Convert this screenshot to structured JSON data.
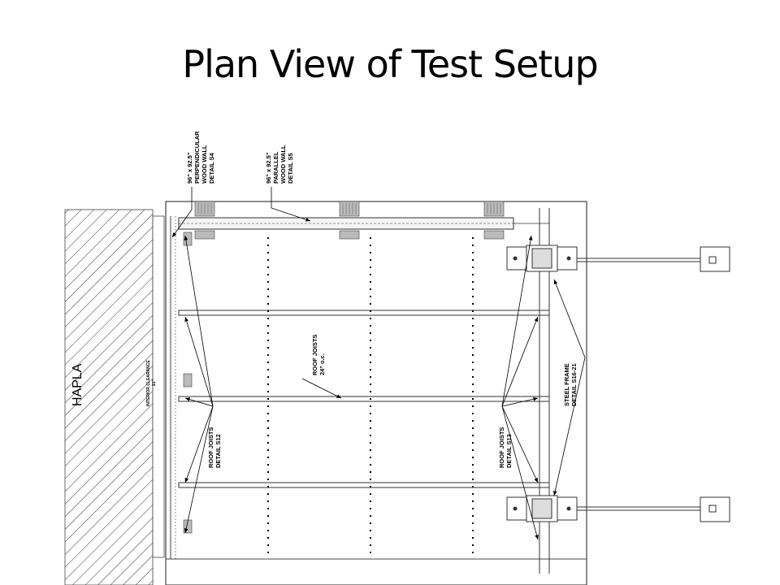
{
  "slide": {
    "title": "Plan View of Test Setup"
  },
  "drawing": {
    "hapla_label": "HAPLA",
    "interior_clearance": {
      "line1": "INTERIOR CLEARANCE",
      "line2": "21\""
    },
    "perpendicular_wall": {
      "line1": "96\" x 92.5\"",
      "line2": "PERPENDICULAR",
      "line3": "WOOD WALL",
      "line4": "DETAIL S4"
    },
    "parallel_wall": {
      "line1": "96\" x 92.5\"",
      "line2": "PARALLEL",
      "line3": "WOOD WALL",
      "line4": "DETAIL S5"
    },
    "roof_joists_center": {
      "line1": "ROOF JOISTS",
      "line2": "24\" o.c."
    },
    "roof_joists_left": {
      "line1": "ROOF JOISTS",
      "line2": "DETAIL S12"
    },
    "roof_joists_right": {
      "line1": "ROOF JOISTS",
      "line2": "DETAIL S13"
    },
    "steel_frame": {
      "line1": "STEEL FRAME",
      "line2": "DETAIL S16-21"
    }
  }
}
